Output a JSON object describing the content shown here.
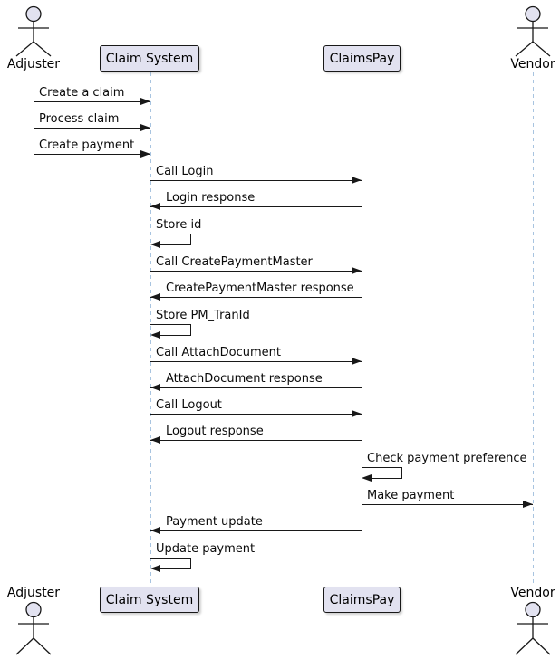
{
  "diagram": {
    "type": "sequence",
    "participants": [
      {
        "id": "adjuster",
        "name": "Adjuster",
        "kind": "actor"
      },
      {
        "id": "claim-system",
        "name": "Claim System",
        "kind": "participant"
      },
      {
        "id": "claimspay",
        "name": "ClaimsPay",
        "kind": "participant"
      },
      {
        "id": "vendor",
        "name": "Vendor",
        "kind": "actor"
      }
    ],
    "messages": [
      {
        "from": "adjuster",
        "to": "claim-system",
        "label": "Create a claim"
      },
      {
        "from": "adjuster",
        "to": "claim-system",
        "label": "Process claim"
      },
      {
        "from": "adjuster",
        "to": "claim-system",
        "label": "Create payment"
      },
      {
        "from": "claim-system",
        "to": "claimspay",
        "label": "Call Login"
      },
      {
        "from": "claimspay",
        "to": "claim-system",
        "label": "Login response"
      },
      {
        "from": "claim-system",
        "to": "claim-system",
        "label": "Store id"
      },
      {
        "from": "claim-system",
        "to": "claimspay",
        "label": "Call CreatePaymentMaster"
      },
      {
        "from": "claimspay",
        "to": "claim-system",
        "label": "CreatePaymentMaster response"
      },
      {
        "from": "claim-system",
        "to": "claim-system",
        "label": "Store PM_TranId"
      },
      {
        "from": "claim-system",
        "to": "claimspay",
        "label": "Call AttachDocument"
      },
      {
        "from": "claimspay",
        "to": "claim-system",
        "label": "AttachDocument response"
      },
      {
        "from": "claim-system",
        "to": "claimspay",
        "label": "Call Logout"
      },
      {
        "from": "claimspay",
        "to": "claim-system",
        "label": "Logout response"
      },
      {
        "from": "claimspay",
        "to": "claimspay",
        "label": "Check payment preference"
      },
      {
        "from": "claimspay",
        "to": "vendor",
        "label": "Make payment"
      },
      {
        "from": "claimspay",
        "to": "claim-system",
        "label": "Payment update"
      },
      {
        "from": "claim-system",
        "to": "claim-system",
        "label": "Update payment"
      }
    ],
    "colors": {
      "background": "#FFFFFF",
      "participant_fill": "#E2E2F0",
      "participant_border": "#181818",
      "lifeline": "#A8C4E0",
      "arrow": "#181818",
      "text": "#000000"
    }
  }
}
